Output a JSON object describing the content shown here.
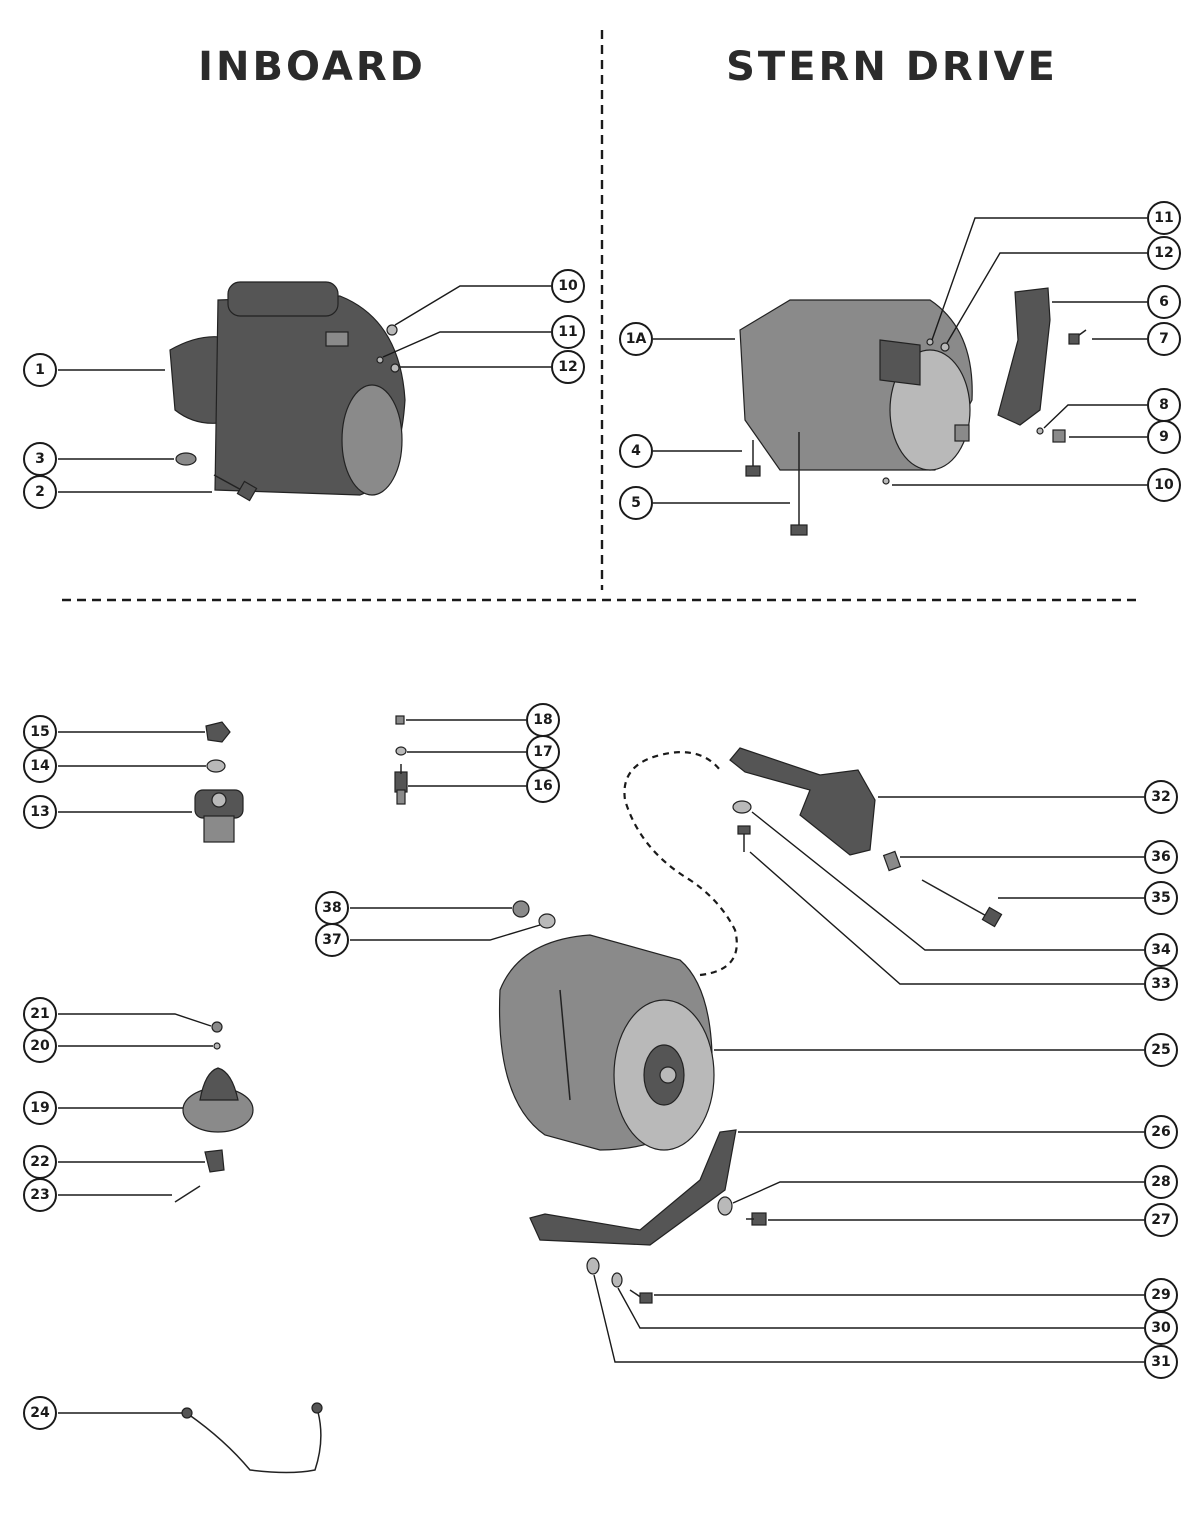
{
  "headings": {
    "inboard": "INBOARD",
    "stern_drive": "STERN DRIVE"
  },
  "callouts": {
    "c1": "1",
    "c2": "2",
    "c3": "3",
    "c10a": "10",
    "c11a": "11",
    "c12a": "12",
    "c1A": "1A",
    "c4": "4",
    "c5": "5",
    "c11b": "11",
    "c12b": "12",
    "c6": "6",
    "c7": "7",
    "c8": "8",
    "c9": "9",
    "c10b": "10",
    "c15": "15",
    "c14": "14",
    "c13": "13",
    "c18": "18",
    "c17": "17",
    "c16": "16",
    "c38": "38",
    "c37": "37",
    "c21": "21",
    "c20": "20",
    "c19": "19",
    "c22": "22",
    "c23": "23",
    "c24": "24",
    "c32": "32",
    "c36": "36",
    "c35": "35",
    "c34": "34",
    "c33": "33",
    "c25": "25",
    "c26": "26",
    "c28": "28",
    "c27": "27",
    "c29": "29",
    "c30": "30",
    "c31": "31"
  }
}
